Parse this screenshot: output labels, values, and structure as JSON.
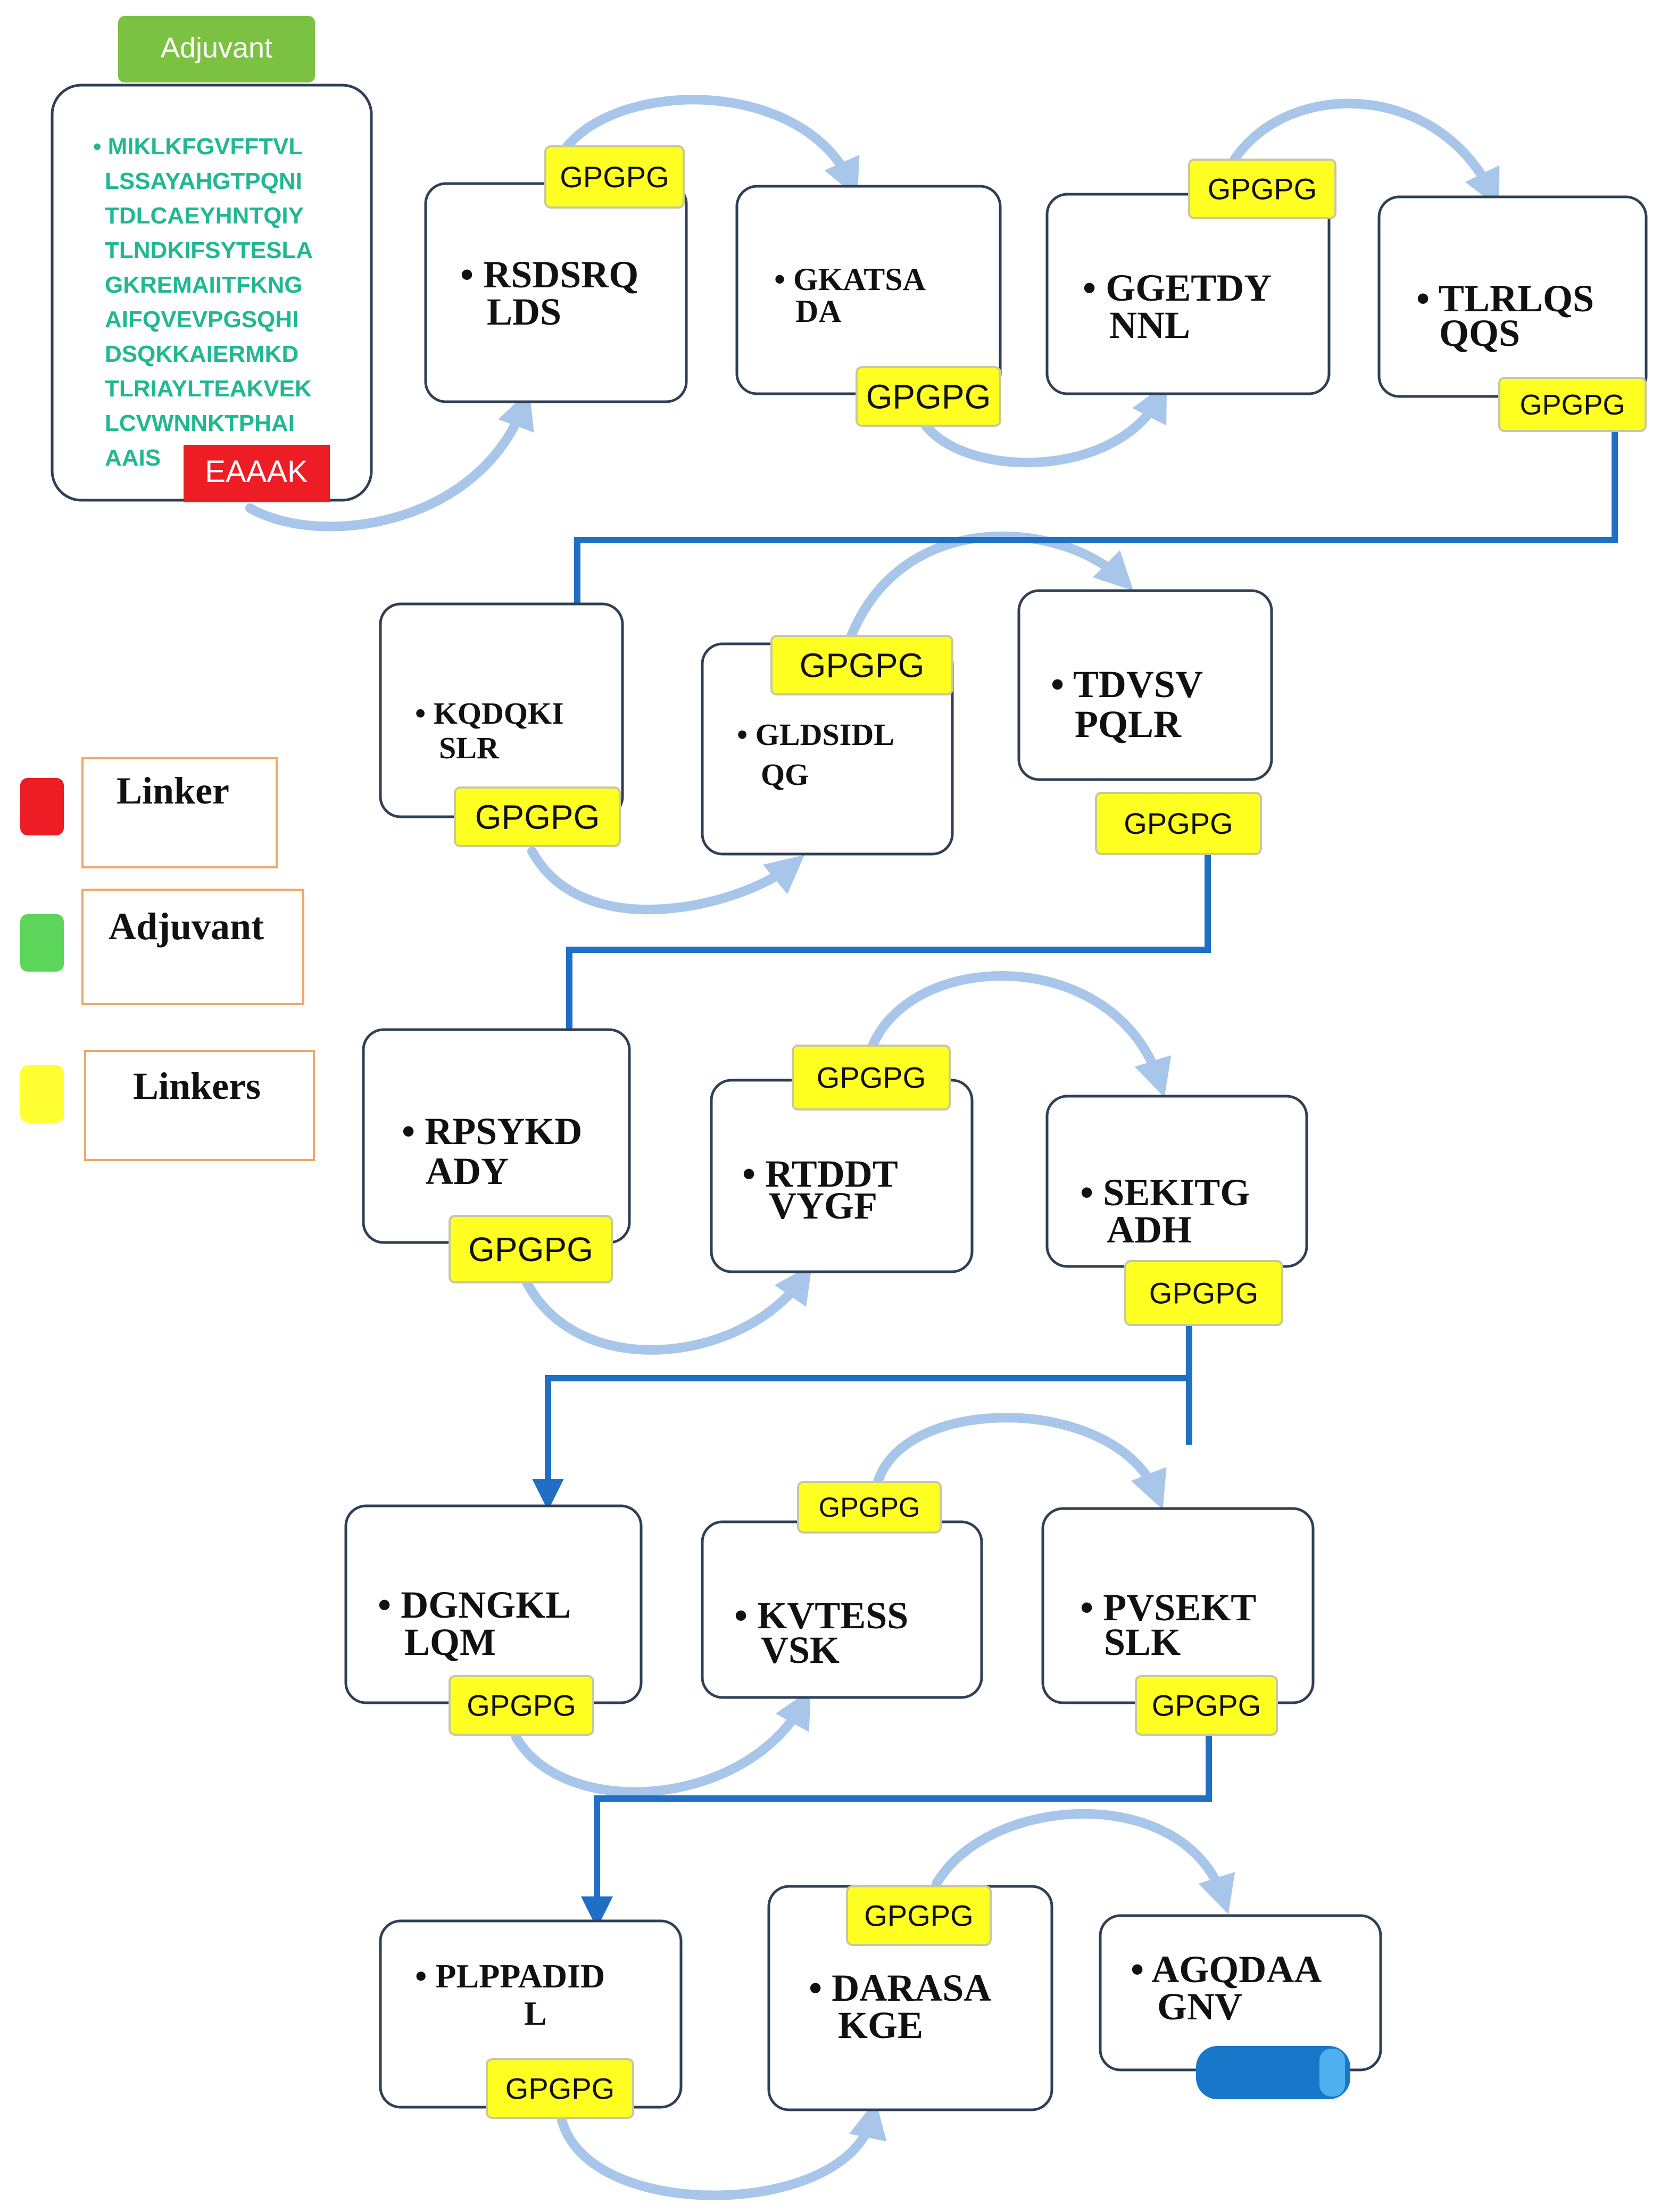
{
  "adjuvant_block": {
    "header": "Adjuvant",
    "sequence_lines": [
      "• MIKLKFGVFFTVL",
      "LSSAYAHGTPQNI",
      "TDLCAEYHNTQIY",
      "TLNDKIFSYTESLA",
      "GKREMAIITFKNG",
      "AIFQVEVPGSQHI",
      "DSQKKAIERMKD",
      "TLRIAYLTEAKVEK",
      "LCVWNNKTPHAI",
      "AAIS"
    ],
    "linker_label": "EAAAK"
  },
  "legend": [
    {
      "label": "Linker",
      "color": "#ee1c24"
    },
    {
      "label": "Adjuvant",
      "color": "#5bd65b"
    },
    {
      "label": "Linkers",
      "color": "#ffff33"
    }
  ],
  "colors": {
    "box_border": "#2e3f56",
    "linker_fill": "#ffff22",
    "linker_border": "#c8c8a0",
    "arc": "#a8c6ea",
    "connector": "#1f6fc4",
    "adjuvant_header": "#7cc242",
    "sequence_text": "#1fb892",
    "end_cap": "#1877c9"
  },
  "epitopes": [
    {
      "lines": [
        "• RSDSRQ",
        "LDS"
      ],
      "linker": "GPGPG"
    },
    {
      "lines": [
        "• GKATSA",
        "DA"
      ],
      "linker": "GPGPG"
    },
    {
      "lines": [
        "• GGETDY",
        "NNL"
      ],
      "linker": "GPGPG"
    },
    {
      "lines": [
        "• TLRLQS",
        "QQS"
      ],
      "linker": "GPGPG"
    },
    {
      "lines": [
        "• KQDQKI",
        "SLR"
      ],
      "linker": "GPGPG"
    },
    {
      "lines": [
        "• GLDSIDL",
        "QG"
      ],
      "linker": "GPGPG"
    },
    {
      "lines": [
        "• TDVSV",
        "PQLR"
      ],
      "linker": "GPGPG"
    },
    {
      "lines": [
        "• RPSYKD",
        "ADY"
      ],
      "linker": "GPGPG"
    },
    {
      "lines": [
        "• RTDDT",
        "VYGF"
      ],
      "linker": "GPGPG"
    },
    {
      "lines": [
        "• SEKITG",
        "ADH"
      ],
      "linker": "GPGPG"
    },
    {
      "lines": [
        "• DGNGKL",
        "LQM"
      ],
      "linker": "GPGPG"
    },
    {
      "lines": [
        "• KVTESS",
        "VSK"
      ],
      "linker": "GPGPG"
    },
    {
      "lines": [
        "• PVSEKT",
        "SLK"
      ],
      "linker": "GPGPG"
    },
    {
      "lines": [
        "• PLPPADID",
        "L"
      ],
      "linker": "GPGPG"
    },
    {
      "lines": [
        "• DARASA",
        "KGE"
      ],
      "linker": "GPGPG"
    },
    {
      "lines": [
        "• AGQDAA",
        "GNV"
      ],
      "linker": ""
    }
  ]
}
